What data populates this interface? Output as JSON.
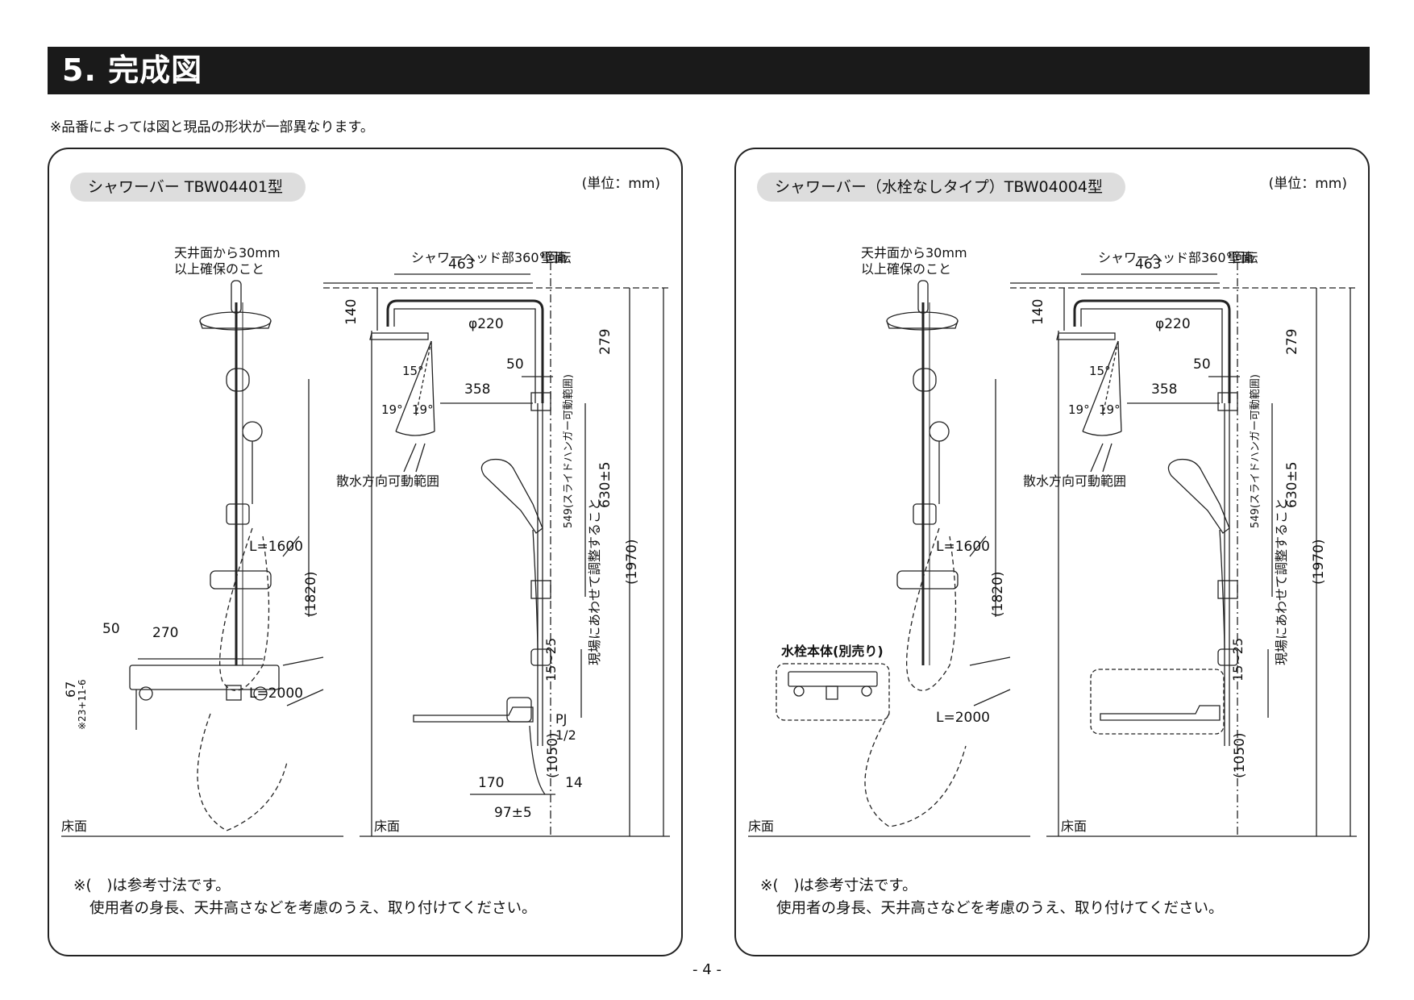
{
  "header": {
    "title": "5. 完成図"
  },
  "note_top": "※品番によっては図と現品の形状が一部異なります。",
  "unit_label": "(単位：mm)",
  "panels": [
    {
      "title": "シャワーバー TBW04401型",
      "faucet_label": "",
      "labels": {
        "rotation": "シャワーヘッド部360°回転",
        "wall": "壁面",
        "ceiling_1": "天井面から30mm",
        "ceiling_2": "以上確保のこと",
        "d463": "463",
        "d140": "140",
        "d220": "φ220",
        "d279": "279",
        "d50": "50",
        "d358": "358",
        "a15": "15°",
        "a19a": "19°",
        "a19b": "19°",
        "spray": "散水方向可動範囲",
        "slide": "549(スライドハンガー可動範囲)",
        "d630": "630±5",
        "hose1": "L=1600",
        "d1820": "(1820)",
        "d1970": "(1970)",
        "adjust": "現場にあわせて調整すること",
        "d1050": "(1050)",
        "d1525": "15~25",
        "hose2": "L=2000",
        "pj1": "PJ",
        "pj2": "1/2",
        "d170": "170",
        "d14": "14",
        "d97": "97±5",
        "d270": "270",
        "d50b": "50",
        "d67": "67",
        "d23": "※23+11-6",
        "floor1": "床面",
        "floor2": "床面"
      }
    },
    {
      "title": "シャワーバー（水栓なしタイプ）TBW04004型",
      "faucet_label": "水栓本体(別売り)",
      "labels": {
        "rotation": "シャワーヘッド部360°回転",
        "wall": "壁面",
        "ceiling_1": "天井面から30mm",
        "ceiling_2": "以上確保のこと",
        "d463": "463",
        "d140": "140",
        "d220": "φ220",
        "d279": "279",
        "d50": "50",
        "d358": "358",
        "a15": "15°",
        "a19a": "19°",
        "a19b": "19°",
        "spray": "散水方向可動範囲",
        "slide": "549(スライドハンガー可動範囲)",
        "d630": "630±5",
        "hose1": "L=1600",
        "d1820": "(1820)",
        "d1970": "(1970)",
        "adjust": "現場にあわせて調整すること",
        "d1050": "(1050)",
        "d1525": "15~25",
        "hose2": "L=2000",
        "floor1": "床面",
        "floor2": "床面"
      }
    }
  ],
  "notes_bottom": {
    "line1": "※(　)は参考寸法です。",
    "line2": "使用者の身長、天井高さなどを考慮のうえ、取り付けてください。"
  },
  "page_number": "- 4 -"
}
